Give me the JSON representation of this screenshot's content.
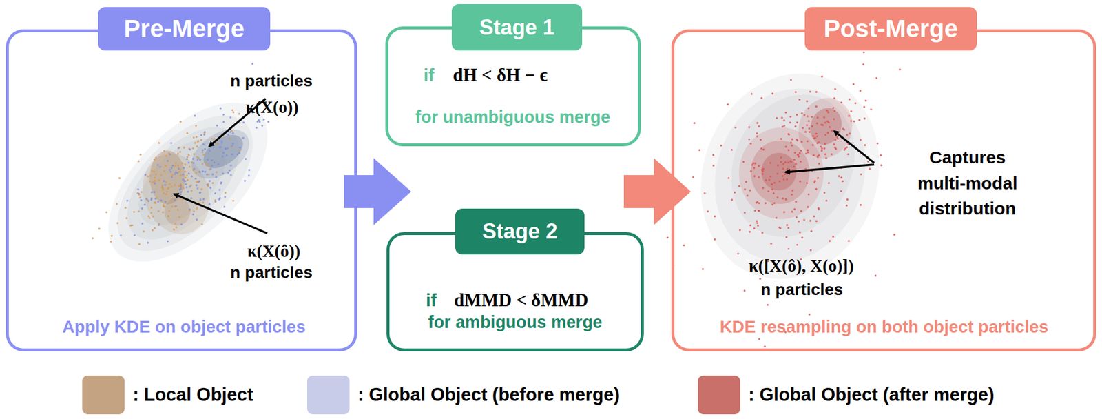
{
  "diagram": {
    "nodes": [
      {
        "text": [
          "Pre-Merge",
          "n particles",
          "κ(X(o))",
          "κ(X(ô))",
          "n particles",
          "Apply KDE on object particles"
        ]
      },
      {
        "text": [
          "Stage 1",
          "if",
          "dH < δH − ϵ",
          "for unambiguous merge"
        ]
      },
      {
        "text": [
          "Stage 2",
          "if",
          "dMMD < δMMD",
          "for ambiguous merge"
        ]
      },
      {
        "text": [
          "Post-Merge",
          "Captures multi-modal distribution",
          "κ([X(ô), X(o)])",
          "n particles",
          "KDE resampling on both object particles"
        ]
      }
    ],
    "legend": [
      {
        "text": ": Local Object",
        "color": "#c4a383"
      },
      {
        "text": ": Global Object (before merge)",
        "color": "#c8cce8"
      },
      {
        "text": ": Global Object (after merge)",
        "color": "#c9706a"
      }
    ]
  }
}
